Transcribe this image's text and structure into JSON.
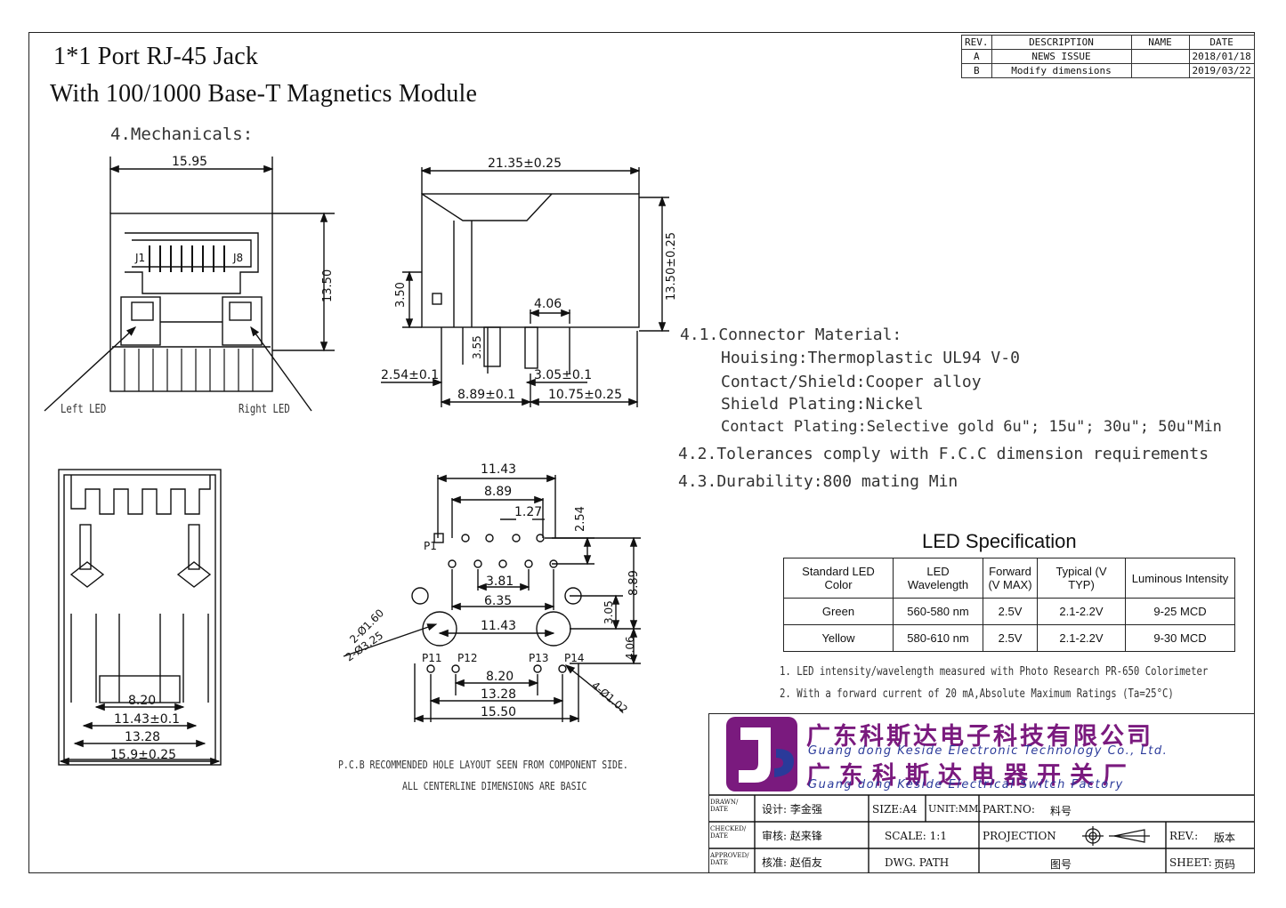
{
  "title": {
    "line1": "1*1 Port RJ-45   Jack",
    "line2": "With 100/1000 Base-T Magnetics Module"
  },
  "revision_table": {
    "headers": [
      "REV.",
      "DESCRIPTION",
      "NAME",
      "DATE"
    ],
    "rows": [
      [
        "A",
        "NEWS ISSUE",
        "",
        "2018/01/18"
      ],
      [
        "B",
        "Modify dimensions",
        "",
        "2019/03/22"
      ]
    ]
  },
  "section_heading": "4.Mechanicals:",
  "front_view": {
    "width_dim": "15.95",
    "height_dim": "13.50",
    "pin_left": "J1",
    "pin_right": "J8",
    "left_led": "Left LED",
    "right_led": "Right LED"
  },
  "side_view": {
    "length_dim": "21.35±0.25",
    "height_dim": "13.50±0.25",
    "dim_350": "3.50",
    "dim_406": "4.06",
    "dim_355": "3.55",
    "dim_254": "2.54±0.1",
    "dim_305": "3.05±0.1",
    "dim_889": "8.89±0.1",
    "dim_1075": "10.75±0.25"
  },
  "bottom_view": {
    "dim_820": "8.20",
    "dim_1143": "11.43±0.1",
    "dim_1328": "13.28",
    "dim_159": "15.9±0.25"
  },
  "pcb_layout": {
    "dim_1143_top": "11.43",
    "dim_889_top": "8.89",
    "dim_127": "1.27",
    "dim_254": "2.54",
    "dim_381": "3.81",
    "dim_635": "6.35",
    "dim_1143_mid": "11.43",
    "dim_889_right": "8.89",
    "dim_305": "3.05",
    "dim_406": "4.06",
    "dim_820": "8.20",
    "dim_1328": "13.28",
    "dim_1550": "15.50",
    "hole_160": "2-Ø1.60",
    "hole_325": "2-Ø3.25",
    "hole_102": "4-Ø1.02",
    "p1": "P1",
    "p11": "P11",
    "p12": "P12",
    "p13": "P13",
    "p14": "P14",
    "note1": "P.C.B RECOMMENDED HOLE LAYOUT SEEN FROM COMPONENT SIDE.",
    "note2": "ALL CENTERLINE DIMENSIONS ARE BASIC"
  },
  "specs": {
    "s41": "4.1.Connector Material:",
    "housing": "Houising:Thermoplastic UL94 V-0",
    "contact": "Contact/Shield:Cooper alloy",
    "shield": "Shield Plating:Nickel",
    "plating": "Contact Plating:Selective gold 6u\"; 15u\"; 30u\"; 50u\"Min",
    "s42": "4.2.Tolerances comply with F.C.C dimension requirements",
    "s43": "4.3.Durability:800 mating Min"
  },
  "led_spec": {
    "title": "LED Specification",
    "headers": [
      "Standard LED Color",
      "LED Wavelength",
      "Forward (V MAX)",
      "Typical (V TYP)",
      "Luminous Intensity"
    ],
    "rows": [
      [
        "Green",
        "560-580 nm",
        "2.5V",
        "2.1-2.2V",
        "9-25 MCD"
      ],
      [
        "Yellow",
        "580-610 nm",
        "2.5V",
        "2.1-2.2V",
        "9-30 MCD"
      ]
    ],
    "note1": "1. LED intensity/wavelength measured with Photo Research PR-650 Colorimeter",
    "note2": "2. With a forward current of 20 mA,Absolute Maximum Ratings (Ta=25°C)"
  },
  "title_block": {
    "company_cn1": "广东科斯达电子科技有限公司",
    "company_en1": "Guang dong Keside  Electronic Technology Co., Ltd.",
    "company_cn2": "广东科斯达电器开关厂",
    "company_en2": "Guang dong Keside Electrical Switch Factory",
    "drawn_label": "DRAWN/ DATE",
    "checked_label": "CHECKED/ DATE",
    "approved_label": "APPROVED/ DATE",
    "design": "设计: 李金强",
    "review": "审核: 赵来锋",
    "approve": "核准: 赵佰友",
    "size": "SIZE:A4",
    "unit": "UNIT:MM.",
    "scale": "SCALE: 1:1",
    "dwg": "DWG.   PATH",
    "part_no": "PART.NO:",
    "part_no_val": "料号",
    "projection": "PROJECTION",
    "drawing_no": "图号",
    "rev": "REV.:",
    "rev_val": "版本",
    "sheet": "SHEET:",
    "sheet_val": "页码"
  },
  "colors": {
    "logo_purple": "#7a1a7e",
    "logo_blue": "#2a3a9a"
  }
}
